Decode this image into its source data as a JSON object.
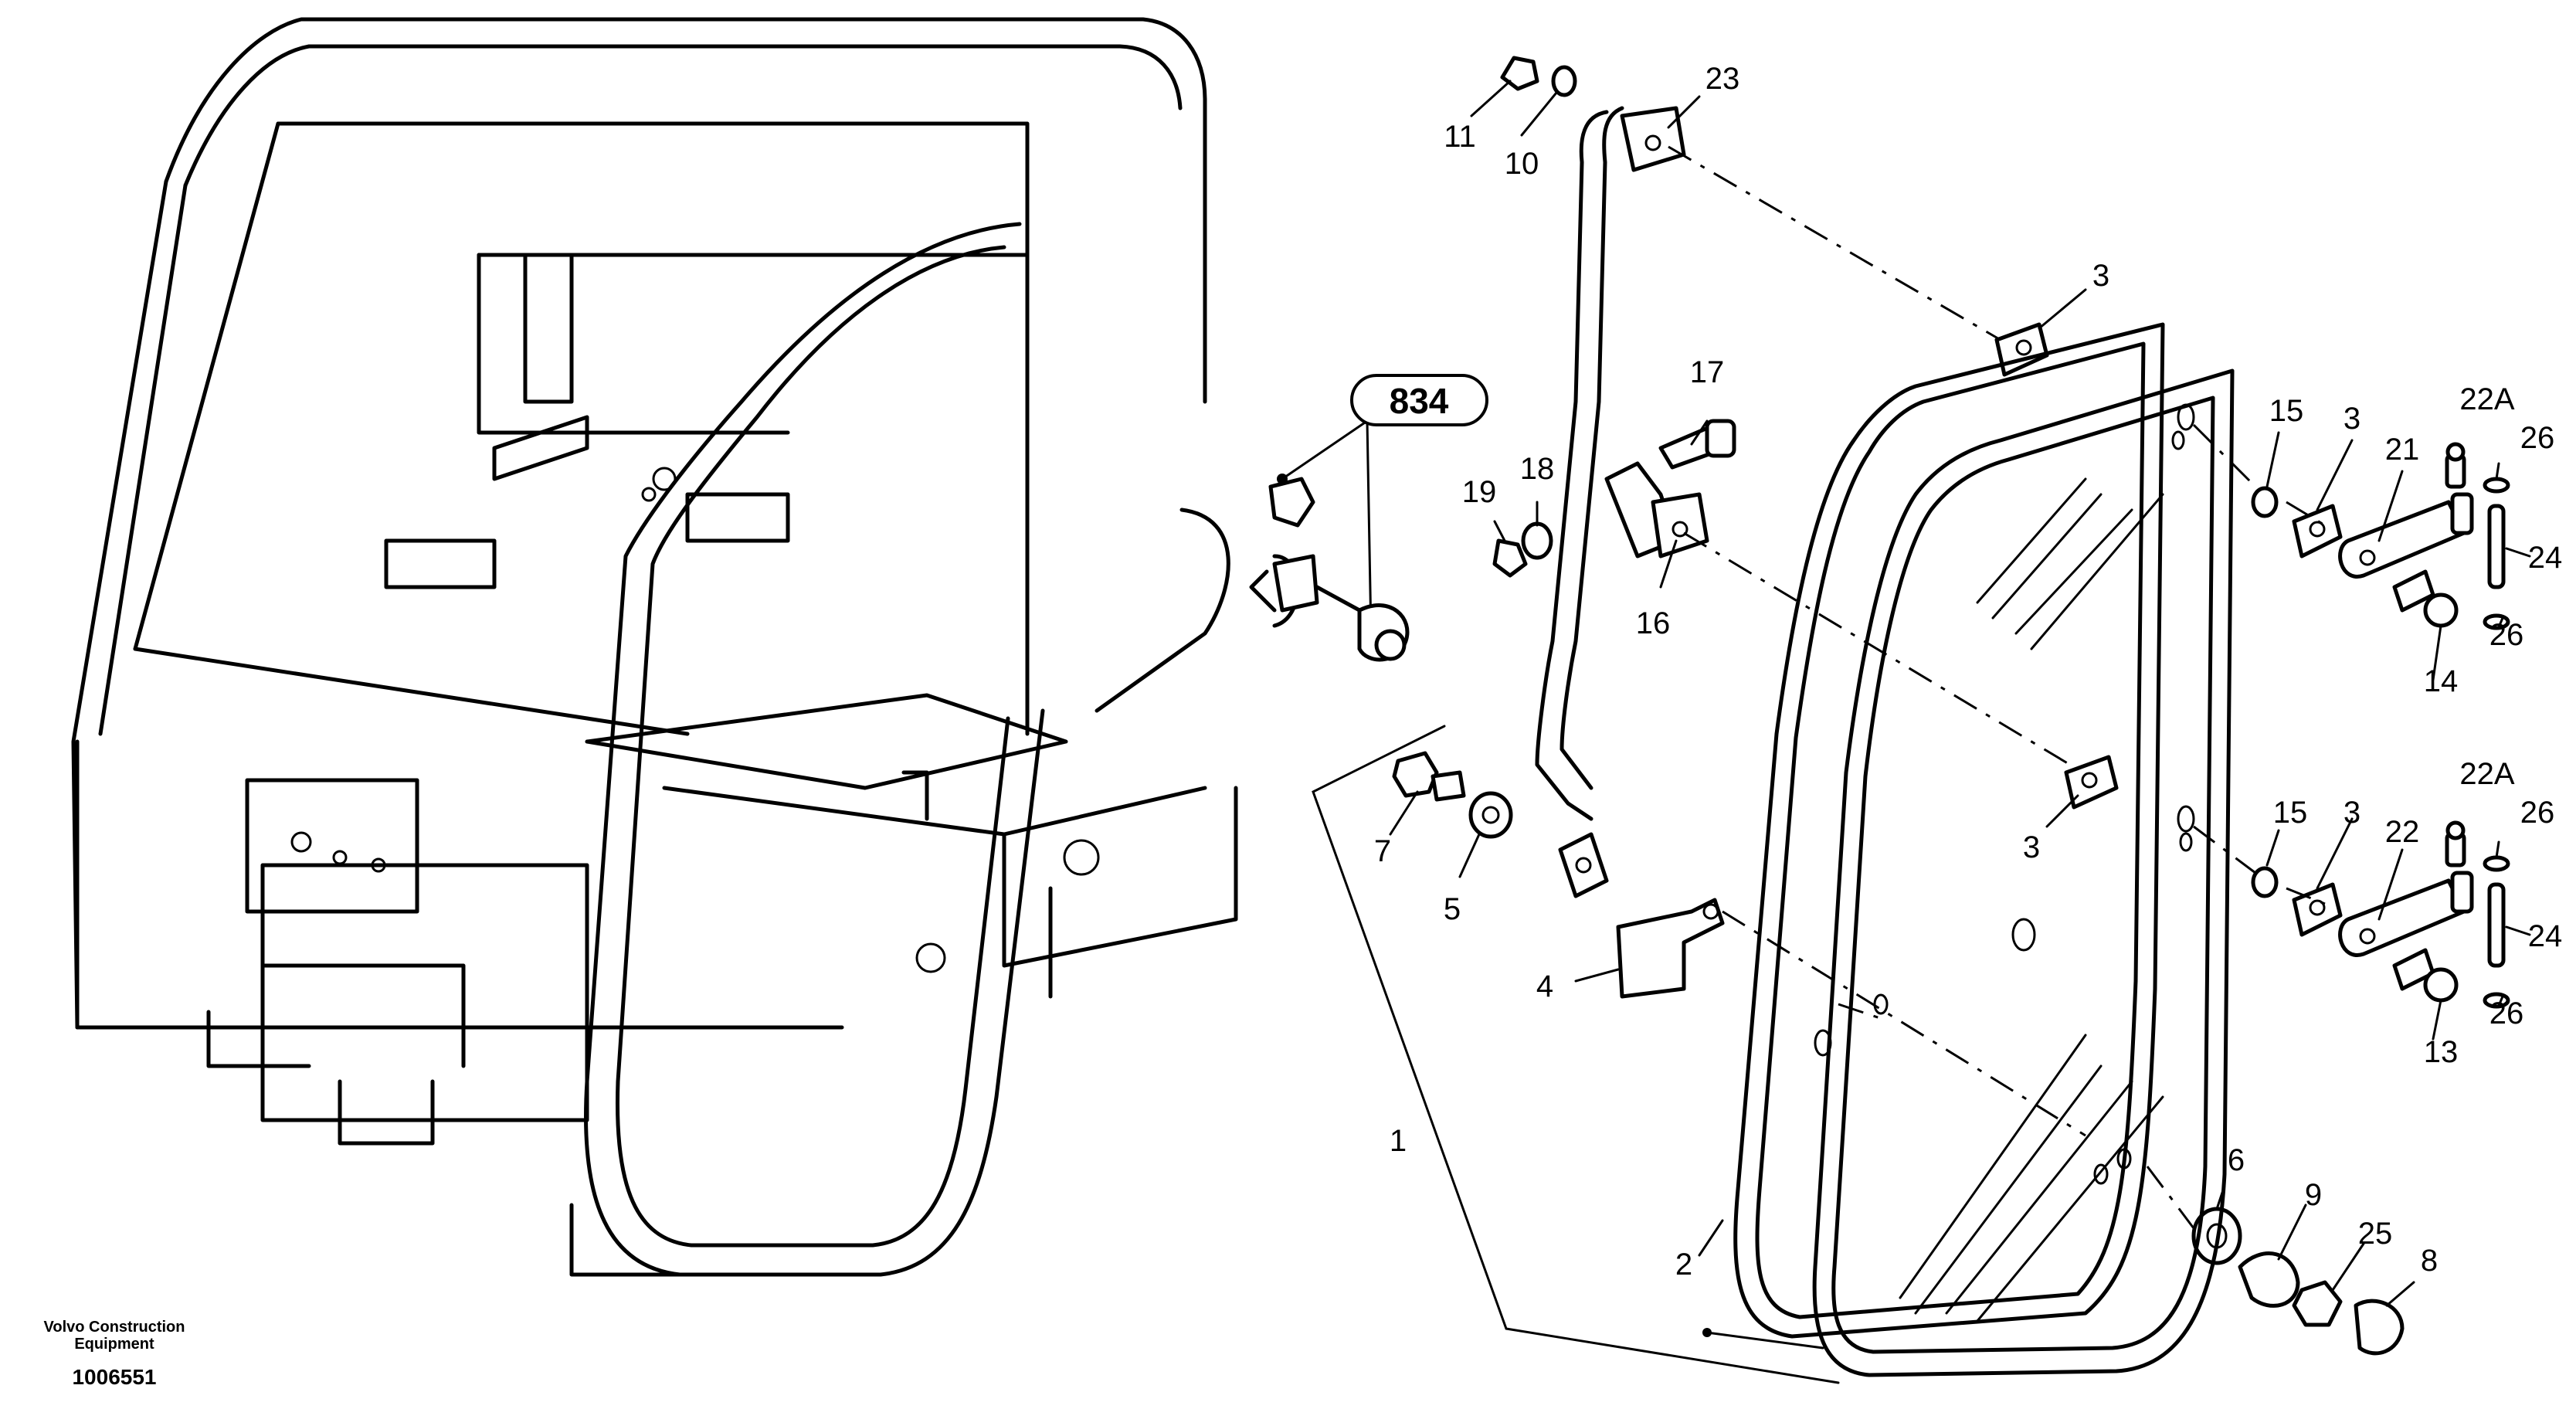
{
  "brand": {
    "line1": "Volvo Construction",
    "line2": "Equipment"
  },
  "document_number": "1006551",
  "reference_bubble": "834",
  "callouts": {
    "c1": "1",
    "c2": "2",
    "c3a": "3",
    "c3b": "3",
    "c3c": "3",
    "c3d": "3",
    "c4": "4",
    "c5": "5",
    "c6": "6",
    "c7": "7",
    "c8": "8",
    "c9": "9",
    "c10": "10",
    "c11": "11",
    "c13": "13",
    "c14": "14",
    "c15a": "15",
    "c15b": "15",
    "c16": "16",
    "c17": "17",
    "c18": "18",
    "c19": "19",
    "c21": "21",
    "c22": "22",
    "c22Aa": "22A",
    "c22Ab": "22A",
    "c23": "23",
    "c24a": "24",
    "c24b": "24",
    "c25": "25",
    "c26a": "26",
    "c26b": "26",
    "c26c": "26",
    "c26d": "26"
  }
}
